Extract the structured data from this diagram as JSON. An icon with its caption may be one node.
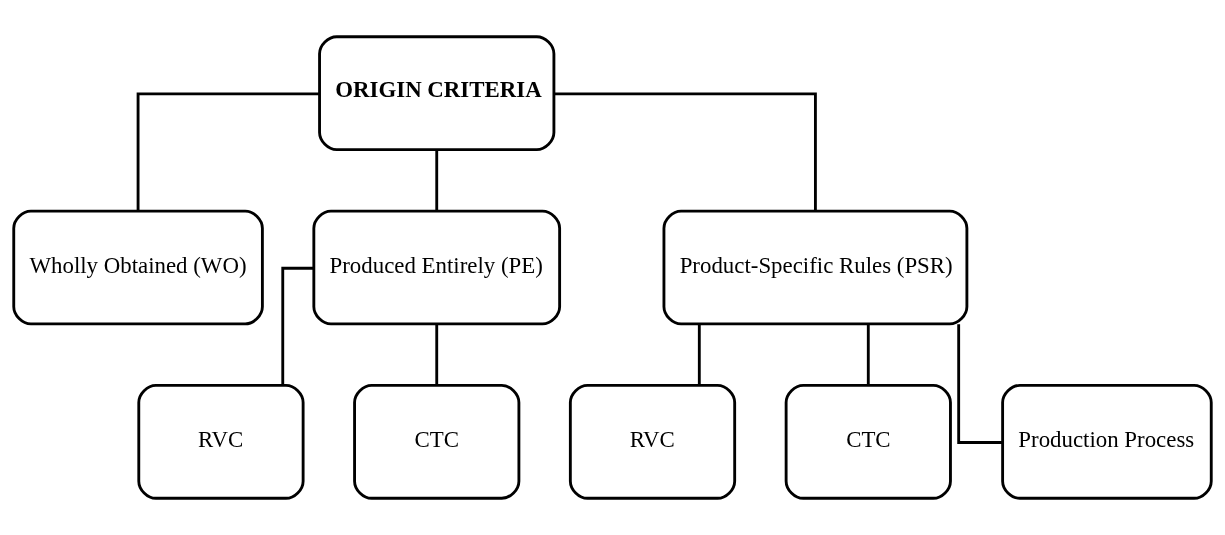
{
  "diagram": {
    "nodes": [
      {
        "text": [
          "ORIGIN CRITERIA"
        ]
      },
      {
        "text": [
          "Wholly Obtained (WO)"
        ]
      },
      {
        "text": [
          "Produced Entirely (PE)"
        ]
      },
      {
        "text": [
          "Product-Specific Rules (PSR)"
        ]
      },
      {
        "text": [
          "RVC"
        ]
      },
      {
        "text": [
          "CTC"
        ]
      },
      {
        "text": [
          "RVC"
        ]
      },
      {
        "text": [
          "CTC"
        ]
      },
      {
        "text": [
          "Production Process"
        ]
      }
    ],
    "edges": [
      {
        "from": 0,
        "to": 1,
        "arrow": "none"
      },
      {
        "from": 0,
        "to": 2,
        "arrow": "none"
      },
      {
        "from": 0,
        "to": 3,
        "arrow": "none"
      },
      {
        "from": 2,
        "to": 4,
        "arrow": "none"
      },
      {
        "from": 2,
        "to": 5,
        "arrow": "none"
      },
      {
        "from": 3,
        "to": 6,
        "arrow": "none"
      },
      {
        "from": 3,
        "to": 7,
        "arrow": "none"
      },
      {
        "from": 3,
        "to": 8,
        "arrow": "none"
      }
    ]
  }
}
